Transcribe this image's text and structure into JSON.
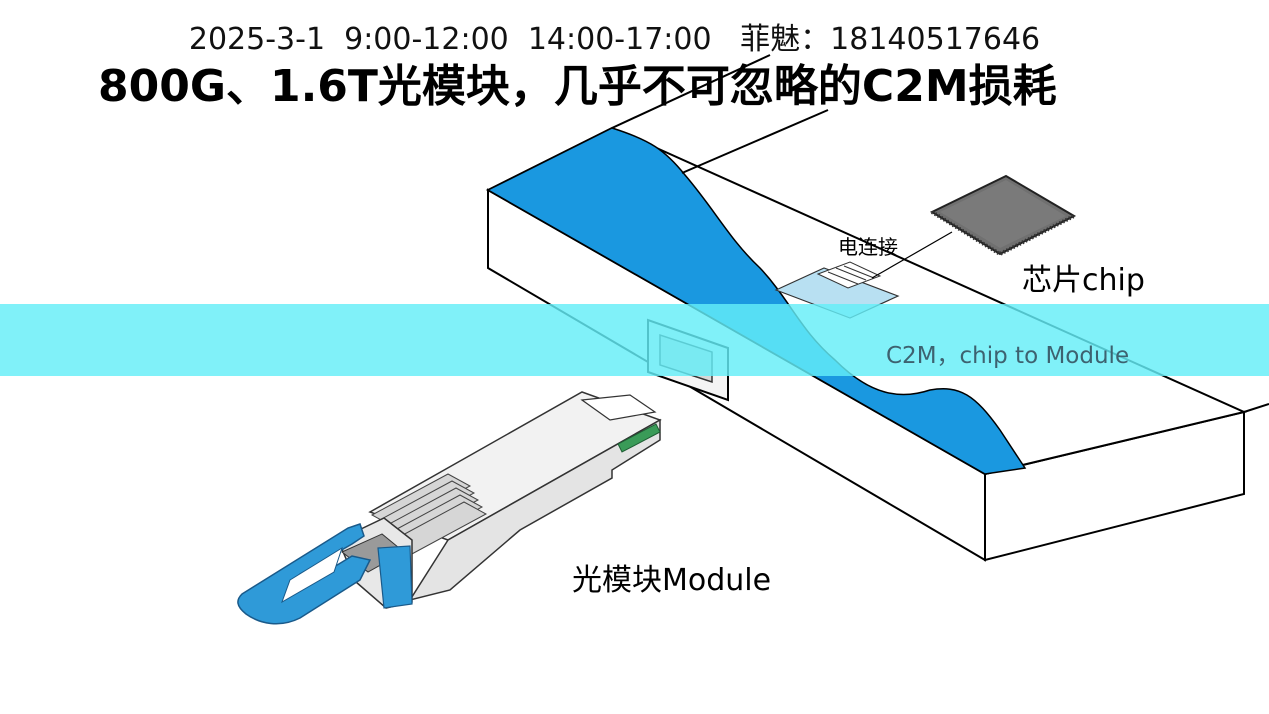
{
  "slide": {
    "title": "800G、1.6T光模块，几乎不可忽略的C2M损耗"
  },
  "labels": {
    "electrical_connection": "电连接",
    "chip": "芯片chip",
    "module": "光模块Module",
    "c2m": "C2M，chip to Module"
  },
  "banner": {
    "text": "2025-3-1  9:00-12:00  14:00-17:00   菲魅：18140517646"
  },
  "colors": {
    "board_blue": "#1a98e0",
    "banner_cyan": "#64eef8",
    "module_tab_blue": "#2f9ad8"
  },
  "icons": {
    "chip": "chip-icon",
    "module": "optical-module-icon",
    "board": "pcb-board-illustration"
  }
}
